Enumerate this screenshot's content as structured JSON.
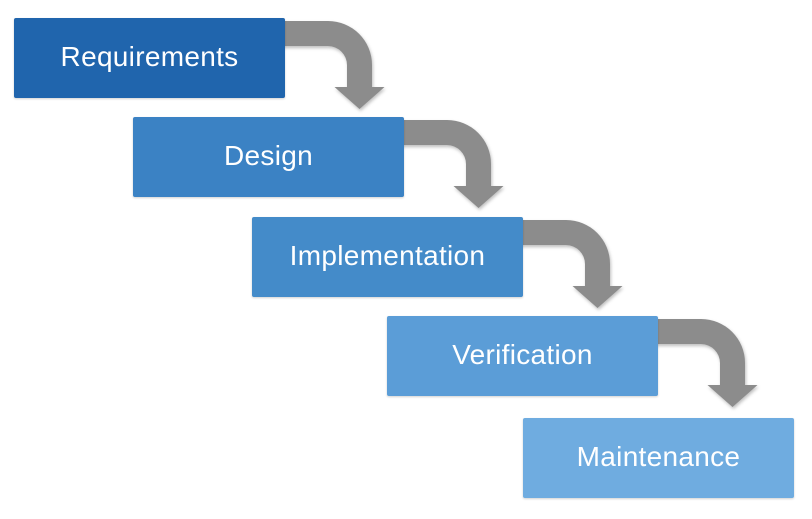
{
  "diagram": {
    "type": "process-flow",
    "background": "#FFFFFF",
    "arrow_color": "#8C8C8C",
    "label_color": "#FFFFFF",
    "steps": [
      {
        "label": "Requirements",
        "fill": "#2065AD"
      },
      {
        "label": "Design",
        "fill": "#3B82C4"
      },
      {
        "label": "Implementation",
        "fill": "#448BC9"
      },
      {
        "label": "Verification",
        "fill": "#5B9DD7"
      },
      {
        "label": "Maintenance",
        "fill": "#6FACE0"
      }
    ],
    "connections": [
      {
        "from": "Requirements",
        "to": "Design"
      },
      {
        "from": "Design",
        "to": "Implementation"
      },
      {
        "from": "Implementation",
        "to": "Verification"
      },
      {
        "from": "Verification",
        "to": "Maintenance"
      }
    ]
  }
}
